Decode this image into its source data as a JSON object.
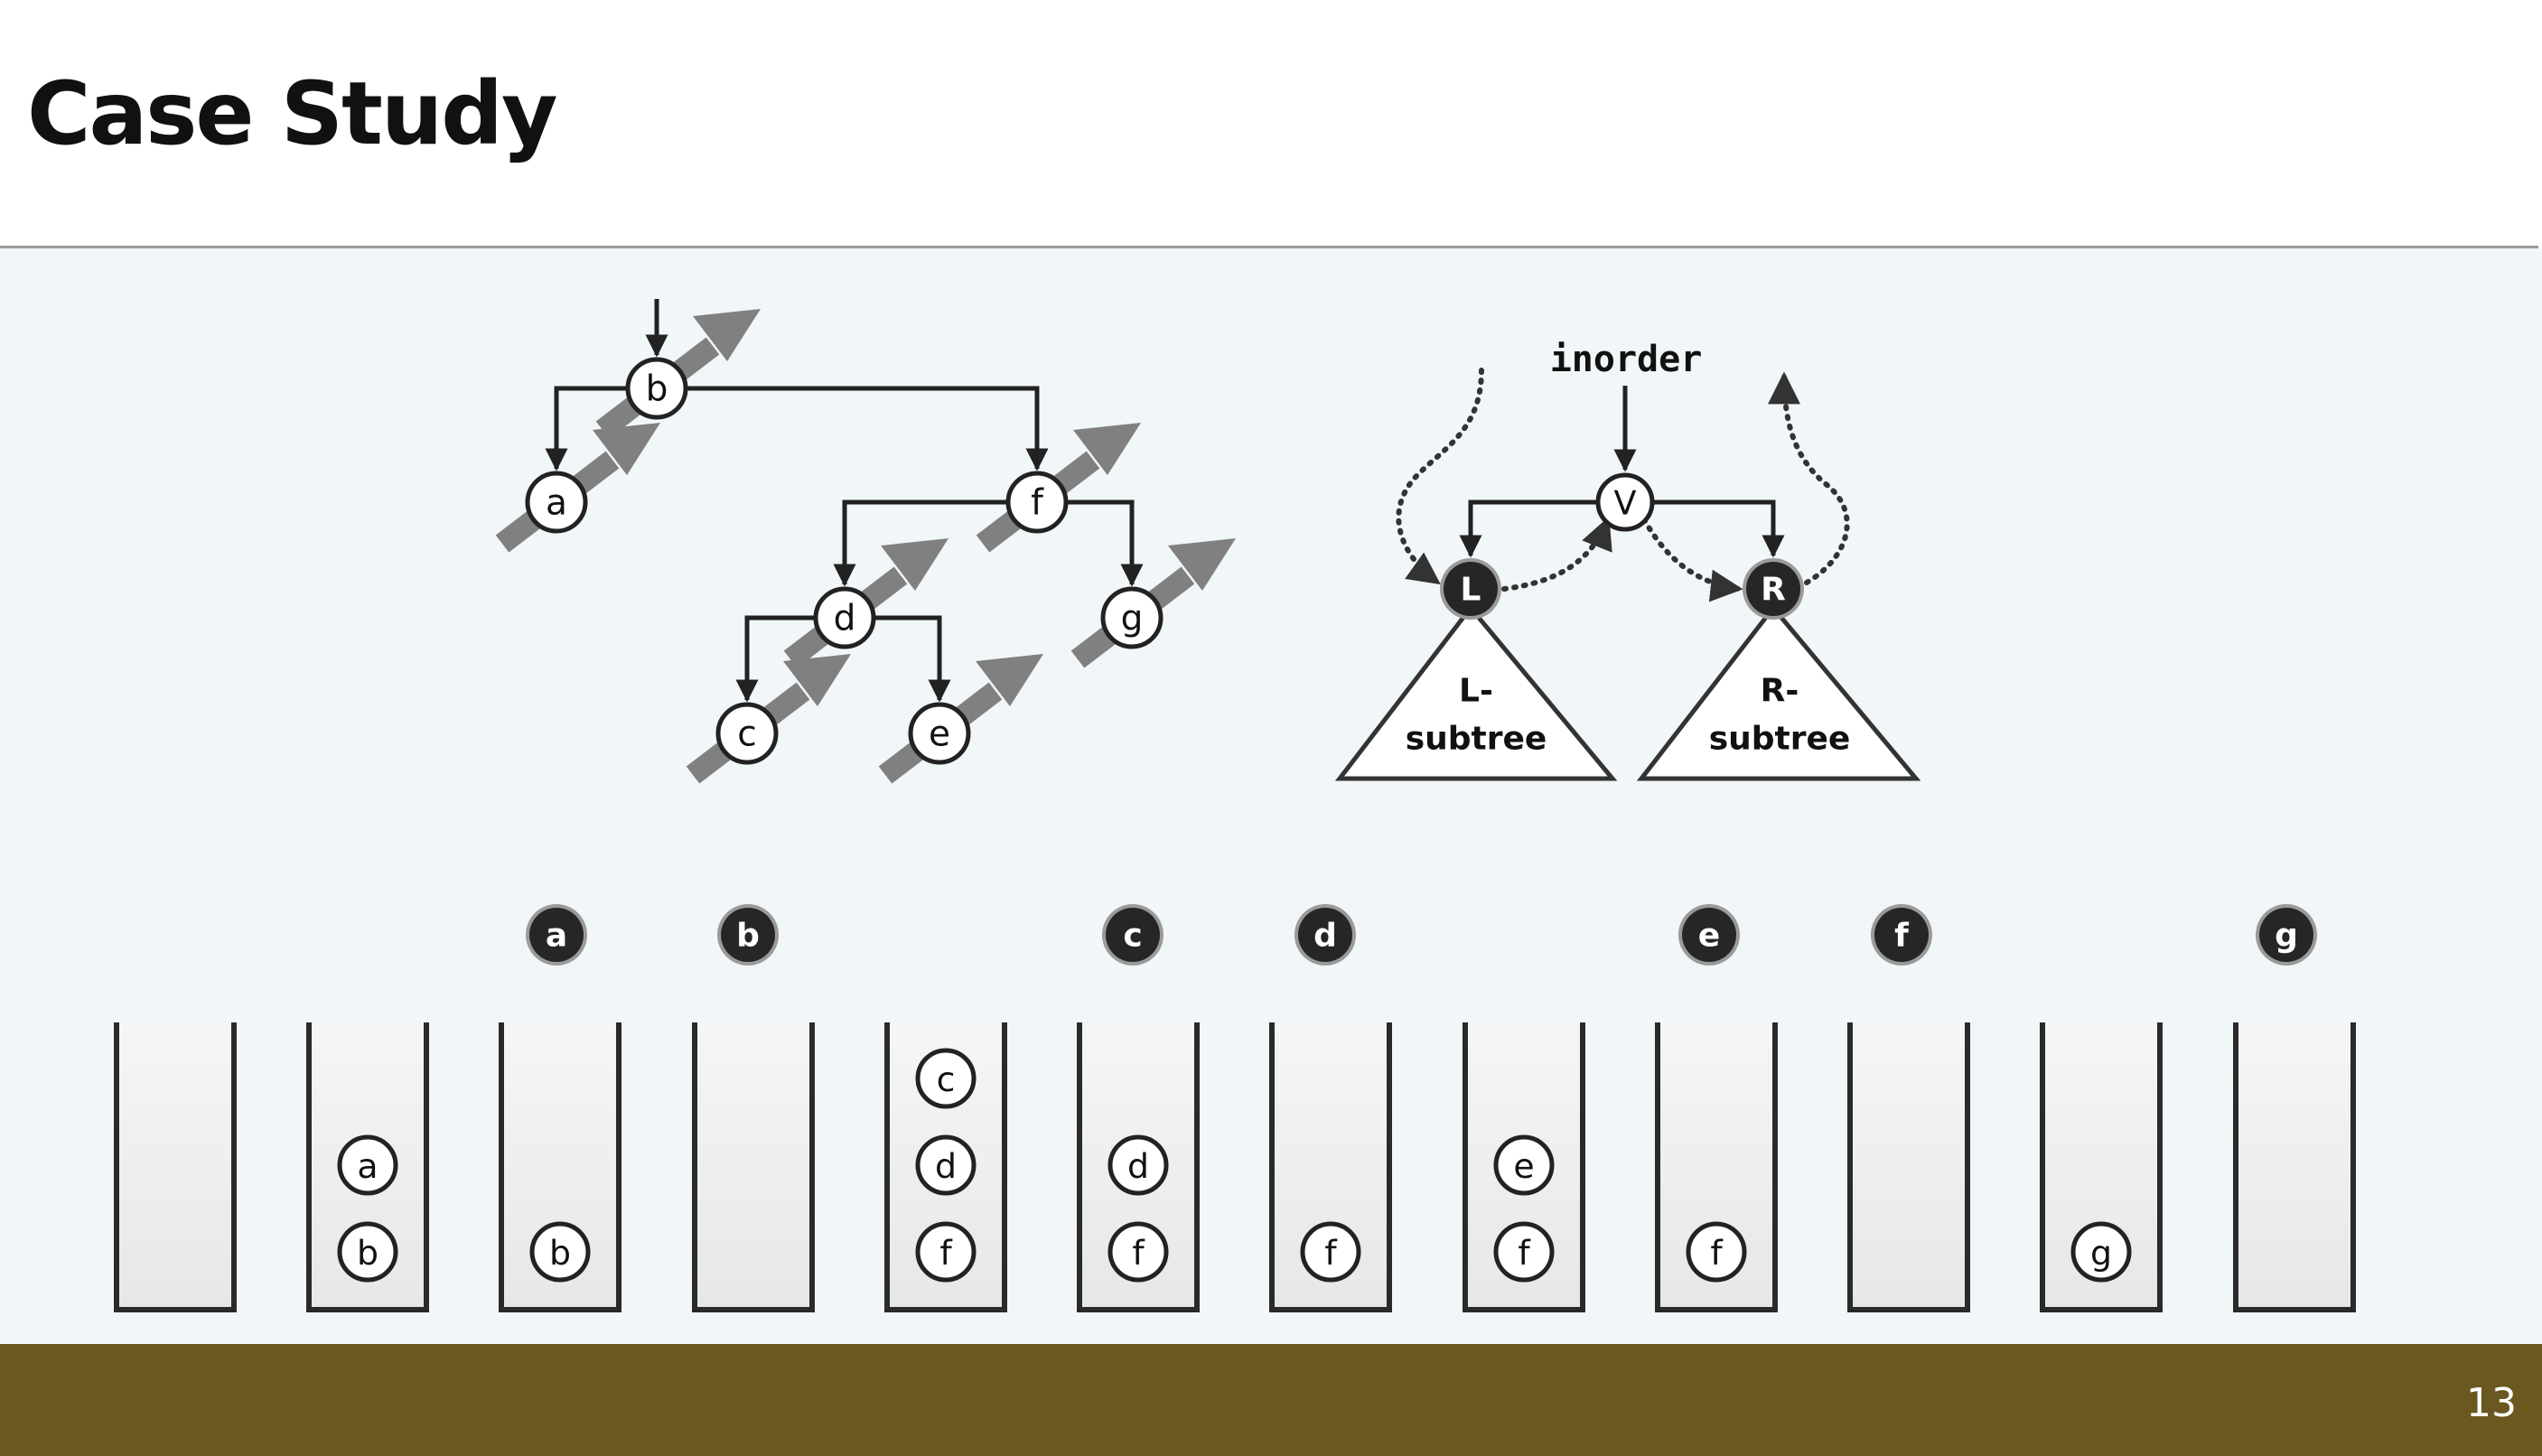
{
  "slide": {
    "title": "Case Study",
    "page_number": "13"
  },
  "tree": {
    "nodes": [
      {
        "id": "b",
        "label": "b"
      },
      {
        "id": "a",
        "label": "a"
      },
      {
        "id": "f",
        "label": "f"
      },
      {
        "id": "d",
        "label": "d"
      },
      {
        "id": "g",
        "label": "g"
      },
      {
        "id": "c",
        "label": "c"
      },
      {
        "id": "e",
        "label": "e"
      }
    ],
    "edges": [
      [
        "b",
        "a"
      ],
      [
        "b",
        "f"
      ],
      [
        "f",
        "d"
      ],
      [
        "f",
        "g"
      ],
      [
        "d",
        "c"
      ],
      [
        "d",
        "e"
      ]
    ]
  },
  "inorder_diagram": {
    "label": "inorder",
    "root": "V",
    "left": "L",
    "right": "R",
    "left_subtree": [
      "L-",
      "subtree"
    ],
    "right_subtree": [
      "R-",
      "subtree"
    ]
  },
  "visit_sequence": [
    "a",
    "b",
    "",
    "c",
    "d",
    "",
    "e",
    "f",
    "",
    "g"
  ],
  "stacks": [
    [],
    [
      "a",
      "b"
    ],
    [
      "b"
    ],
    [],
    [
      "c",
      "d",
      "f"
    ],
    [
      "d",
      "f"
    ],
    [
      "f"
    ],
    [
      "e",
      "f"
    ],
    [
      "f"
    ],
    [],
    [
      "g"
    ],
    []
  ],
  "colors": {
    "background": "#f1f6f9",
    "footer": "#6b5820",
    "node_dark": "#222222",
    "arrow_gray": "#808080"
  }
}
